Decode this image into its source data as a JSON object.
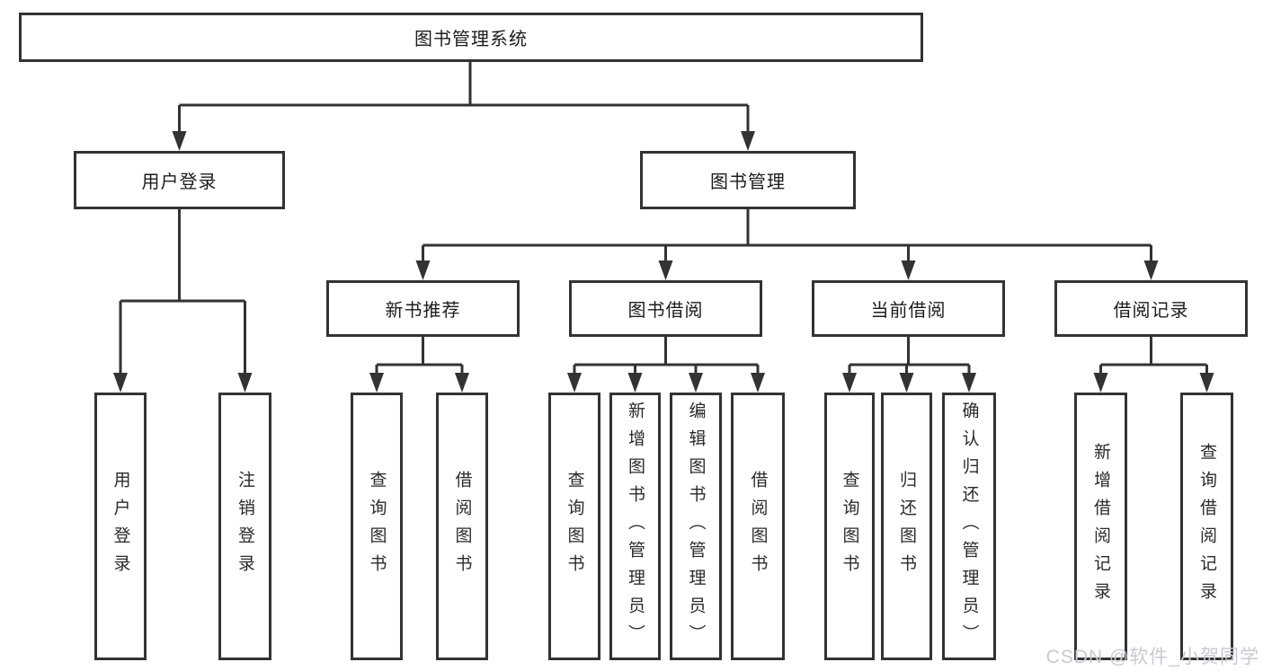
{
  "diagram": {
    "type": "tree-structure-chart",
    "colors": {
      "line": "#333333",
      "box_border": "#333333",
      "box_background": "#ffffff",
      "text": "#1c1c1c",
      "watermark": "#c9c9d3"
    }
  },
  "tree": {
    "root": {
      "label": "图书管理系统",
      "children": [
        {
          "label": "用户登录",
          "children": [
            {
              "label": "用户登录"
            },
            {
              "label": "注销登录"
            }
          ]
        },
        {
          "label": "图书管理",
          "children": [
            {
              "label": "新书推荐",
              "children": [
                {
                  "label": "查询图书"
                },
                {
                  "label": "借阅图书"
                }
              ]
            },
            {
              "label": "图书借阅",
              "children": [
                {
                  "label": "查询图书"
                },
                {
                  "label": "新增图书（管理员）"
                },
                {
                  "label": "编辑图书（管理员）"
                },
                {
                  "label": "借阅图书"
                }
              ]
            },
            {
              "label": "当前借阅",
              "children": [
                {
                  "label": "查询图书"
                },
                {
                  "label": "归还图书"
                },
                {
                  "label": "确认归还（管理员）"
                }
              ]
            },
            {
              "label": "借阅记录",
              "children": [
                {
                  "label": "新增借阅记录"
                },
                {
                  "label": "查询借阅记录"
                }
              ]
            }
          ]
        }
      ]
    }
  },
  "watermark": {
    "text": "CSDN @软件_小贺同学"
  }
}
